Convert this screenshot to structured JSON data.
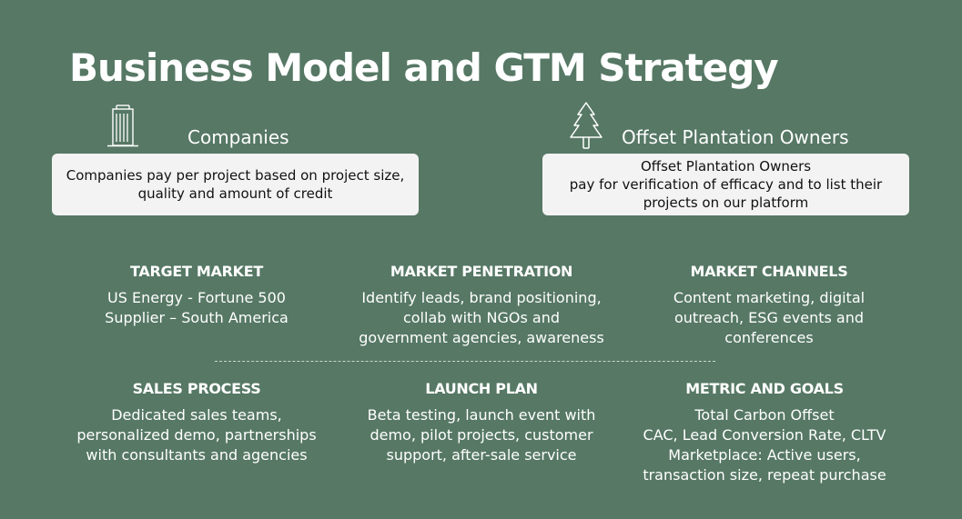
{
  "title": "Business Model and GTM Strategy",
  "parties": {
    "companies": {
      "icon": "office-building-icon",
      "heading": "Companies",
      "lines": [
        "Companies pay per project based on project size,",
        "quality and amount of credit"
      ]
    },
    "owners": {
      "icon": "pine-tree-icon",
      "heading": "Offset Plantation Owners",
      "lines": [
        "Offset Plantation Owners",
        "pay for verification of efficacy and to list their",
        "projects on our platform"
      ]
    }
  },
  "grid": {
    "target_market": {
      "heading": "TARGET MARKET",
      "lines": [
        "US Energy - Fortune 500",
        "Supplier – South America"
      ]
    },
    "market_penetration": {
      "heading": "MARKET PENETRATION",
      "lines": [
        "Identify leads, brand positioning,",
        "collab with NGOs and",
        "government agencies, awareness"
      ]
    },
    "market_channels": {
      "heading": "MARKET CHANNELS",
      "lines": [
        "Content marketing, digital",
        "outreach, ESG events and",
        "conferences"
      ]
    },
    "sales_process": {
      "heading": "SALES PROCESS",
      "lines": [
        "Dedicated sales teams,",
        "personalized demo, partnerships",
        "with consultants and agencies"
      ]
    },
    "launch_plan": {
      "heading": "LAUNCH PLAN",
      "lines": [
        "Beta testing, launch event with",
        "demo, pilot projects, customer",
        "support, after-sale service"
      ]
    },
    "metric_goals": {
      "heading": "METRIC AND GOALS",
      "lines": [
        "Total Carbon Offset",
        "CAC, Lead Conversion Rate, CLTV",
        "Marketplace: Active users,",
        "transaction size, repeat purchase"
      ]
    }
  },
  "colors": {
    "background": "#567865",
    "text": "#ffffff",
    "box": "#f3f3f3",
    "box_text": "#111111"
  }
}
